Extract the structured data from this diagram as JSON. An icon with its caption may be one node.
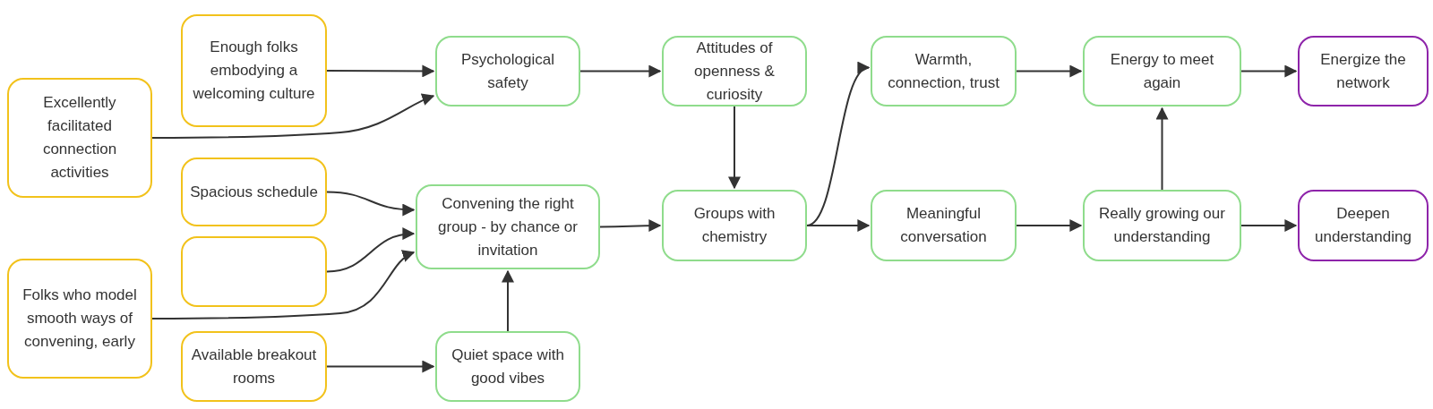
{
  "diagram": {
    "nodes": [
      {
        "text": [
          "Enough folks embodying a welcoming culture"
        ]
      },
      {
        "text": [
          "Excellently facilitated connection activities"
        ]
      },
      {
        "text": [
          "Spacious schedule"
        ]
      },
      {
        "text": [],
        "shape": "box"
      },
      {
        "text": [
          "Folks who model smooth ways of convening, early"
        ]
      },
      {
        "text": [
          "Available breakout rooms"
        ]
      },
      {
        "text": [
          "Psychological safety"
        ]
      },
      {
        "text": [
          "Convening the right group - by chance or invitation"
        ]
      },
      {
        "text": [
          "Quiet space with good vibes"
        ]
      },
      {
        "text": [
          "Attitudes of openness & curiosity"
        ]
      },
      {
        "text": [
          "Groups with chemistry"
        ]
      },
      {
        "text": [
          "Warmth, connection, trust"
        ]
      },
      {
        "text": [
          "Meaningful conversation"
        ]
      },
      {
        "text": [
          "Energy to meet again"
        ]
      },
      {
        "text": [
          "Really growing our understanding"
        ]
      },
      {
        "text": [
          "Energize the network"
        ]
      },
      {
        "text": [
          "Deepen understanding"
        ]
      }
    ],
    "edges": [
      {
        "from": 0,
        "to": 6,
        "arrow": "to"
      },
      {
        "from": 1,
        "to": 6,
        "arrow": "to"
      },
      {
        "from": 6,
        "to": 9,
        "arrow": "to"
      },
      {
        "from": 9,
        "to": 10,
        "arrow": "to"
      },
      {
        "from": 2,
        "to": 7,
        "arrow": "to"
      },
      {
        "from": 3,
        "to": 7,
        "arrow": "to"
      },
      {
        "from": 4,
        "to": 7,
        "arrow": "to"
      },
      {
        "from": 5,
        "to": 8,
        "arrow": "to"
      },
      {
        "from": 8,
        "to": 7,
        "arrow": "to"
      },
      {
        "from": 7,
        "to": 10,
        "arrow": "to"
      },
      {
        "from": 10,
        "to": 11,
        "arrow": "to"
      },
      {
        "from": 10,
        "to": 12,
        "arrow": "to"
      },
      {
        "from": 11,
        "to": 13,
        "arrow": "to"
      },
      {
        "from": 12,
        "to": 14,
        "arrow": "to"
      },
      {
        "from": 14,
        "to": 13,
        "arrow": "to"
      },
      {
        "from": 13,
        "to": 15,
        "arrow": "to"
      },
      {
        "from": 14,
        "to": 16,
        "arrow": "to"
      }
    ]
  }
}
